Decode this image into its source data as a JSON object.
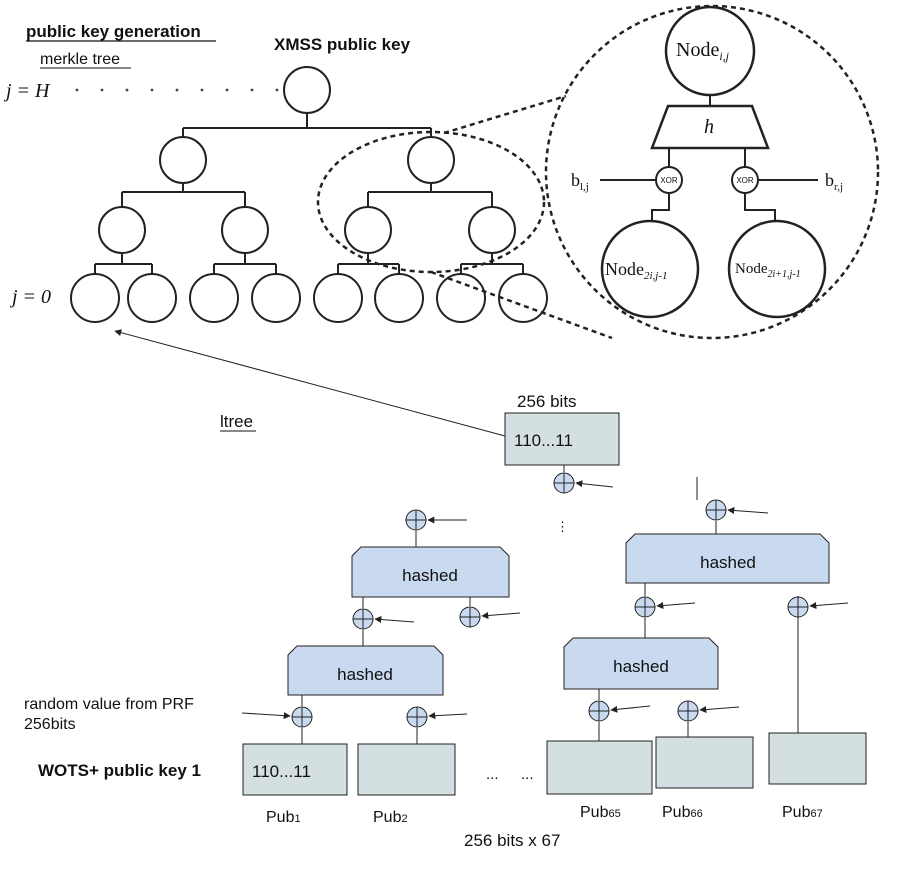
{
  "labels": {
    "heading": "public key generation",
    "merkle": "merkle tree",
    "xmss_pk": "XMSS public key",
    "jH": "j = H",
    "j0": "j = 0",
    "ltree": "ltree",
    "bits256": "256 bits",
    "top_value": "110...11",
    "hashed": "hashed",
    "random1": "random value from PRF",
    "random2": "256bits",
    "wots": "WOTS+ public key 1",
    "leaf_value": "110...11",
    "dots": "...",
    "pub": "Pub",
    "sub1": "1",
    "sub2": "2",
    "sub65": "65",
    "sub66": "66",
    "sub67": "67",
    "bits_total": "256 bits x 67",
    "node": "Node",
    "node_sub_ij": "i,j",
    "node_sub_left": "2i,j-1",
    "node_sub_right": "2i+1,j-1",
    "h": "h",
    "xor": "XOR",
    "bl": "b",
    "bl_sub": "l,j",
    "br": "b",
    "br_sub": "r,j"
  },
  "colors": {
    "box_fill": "#d3dfe0",
    "hash_fill": "#c9daf0",
    "xor_fill": "#c9daf0",
    "line": "#222222"
  }
}
